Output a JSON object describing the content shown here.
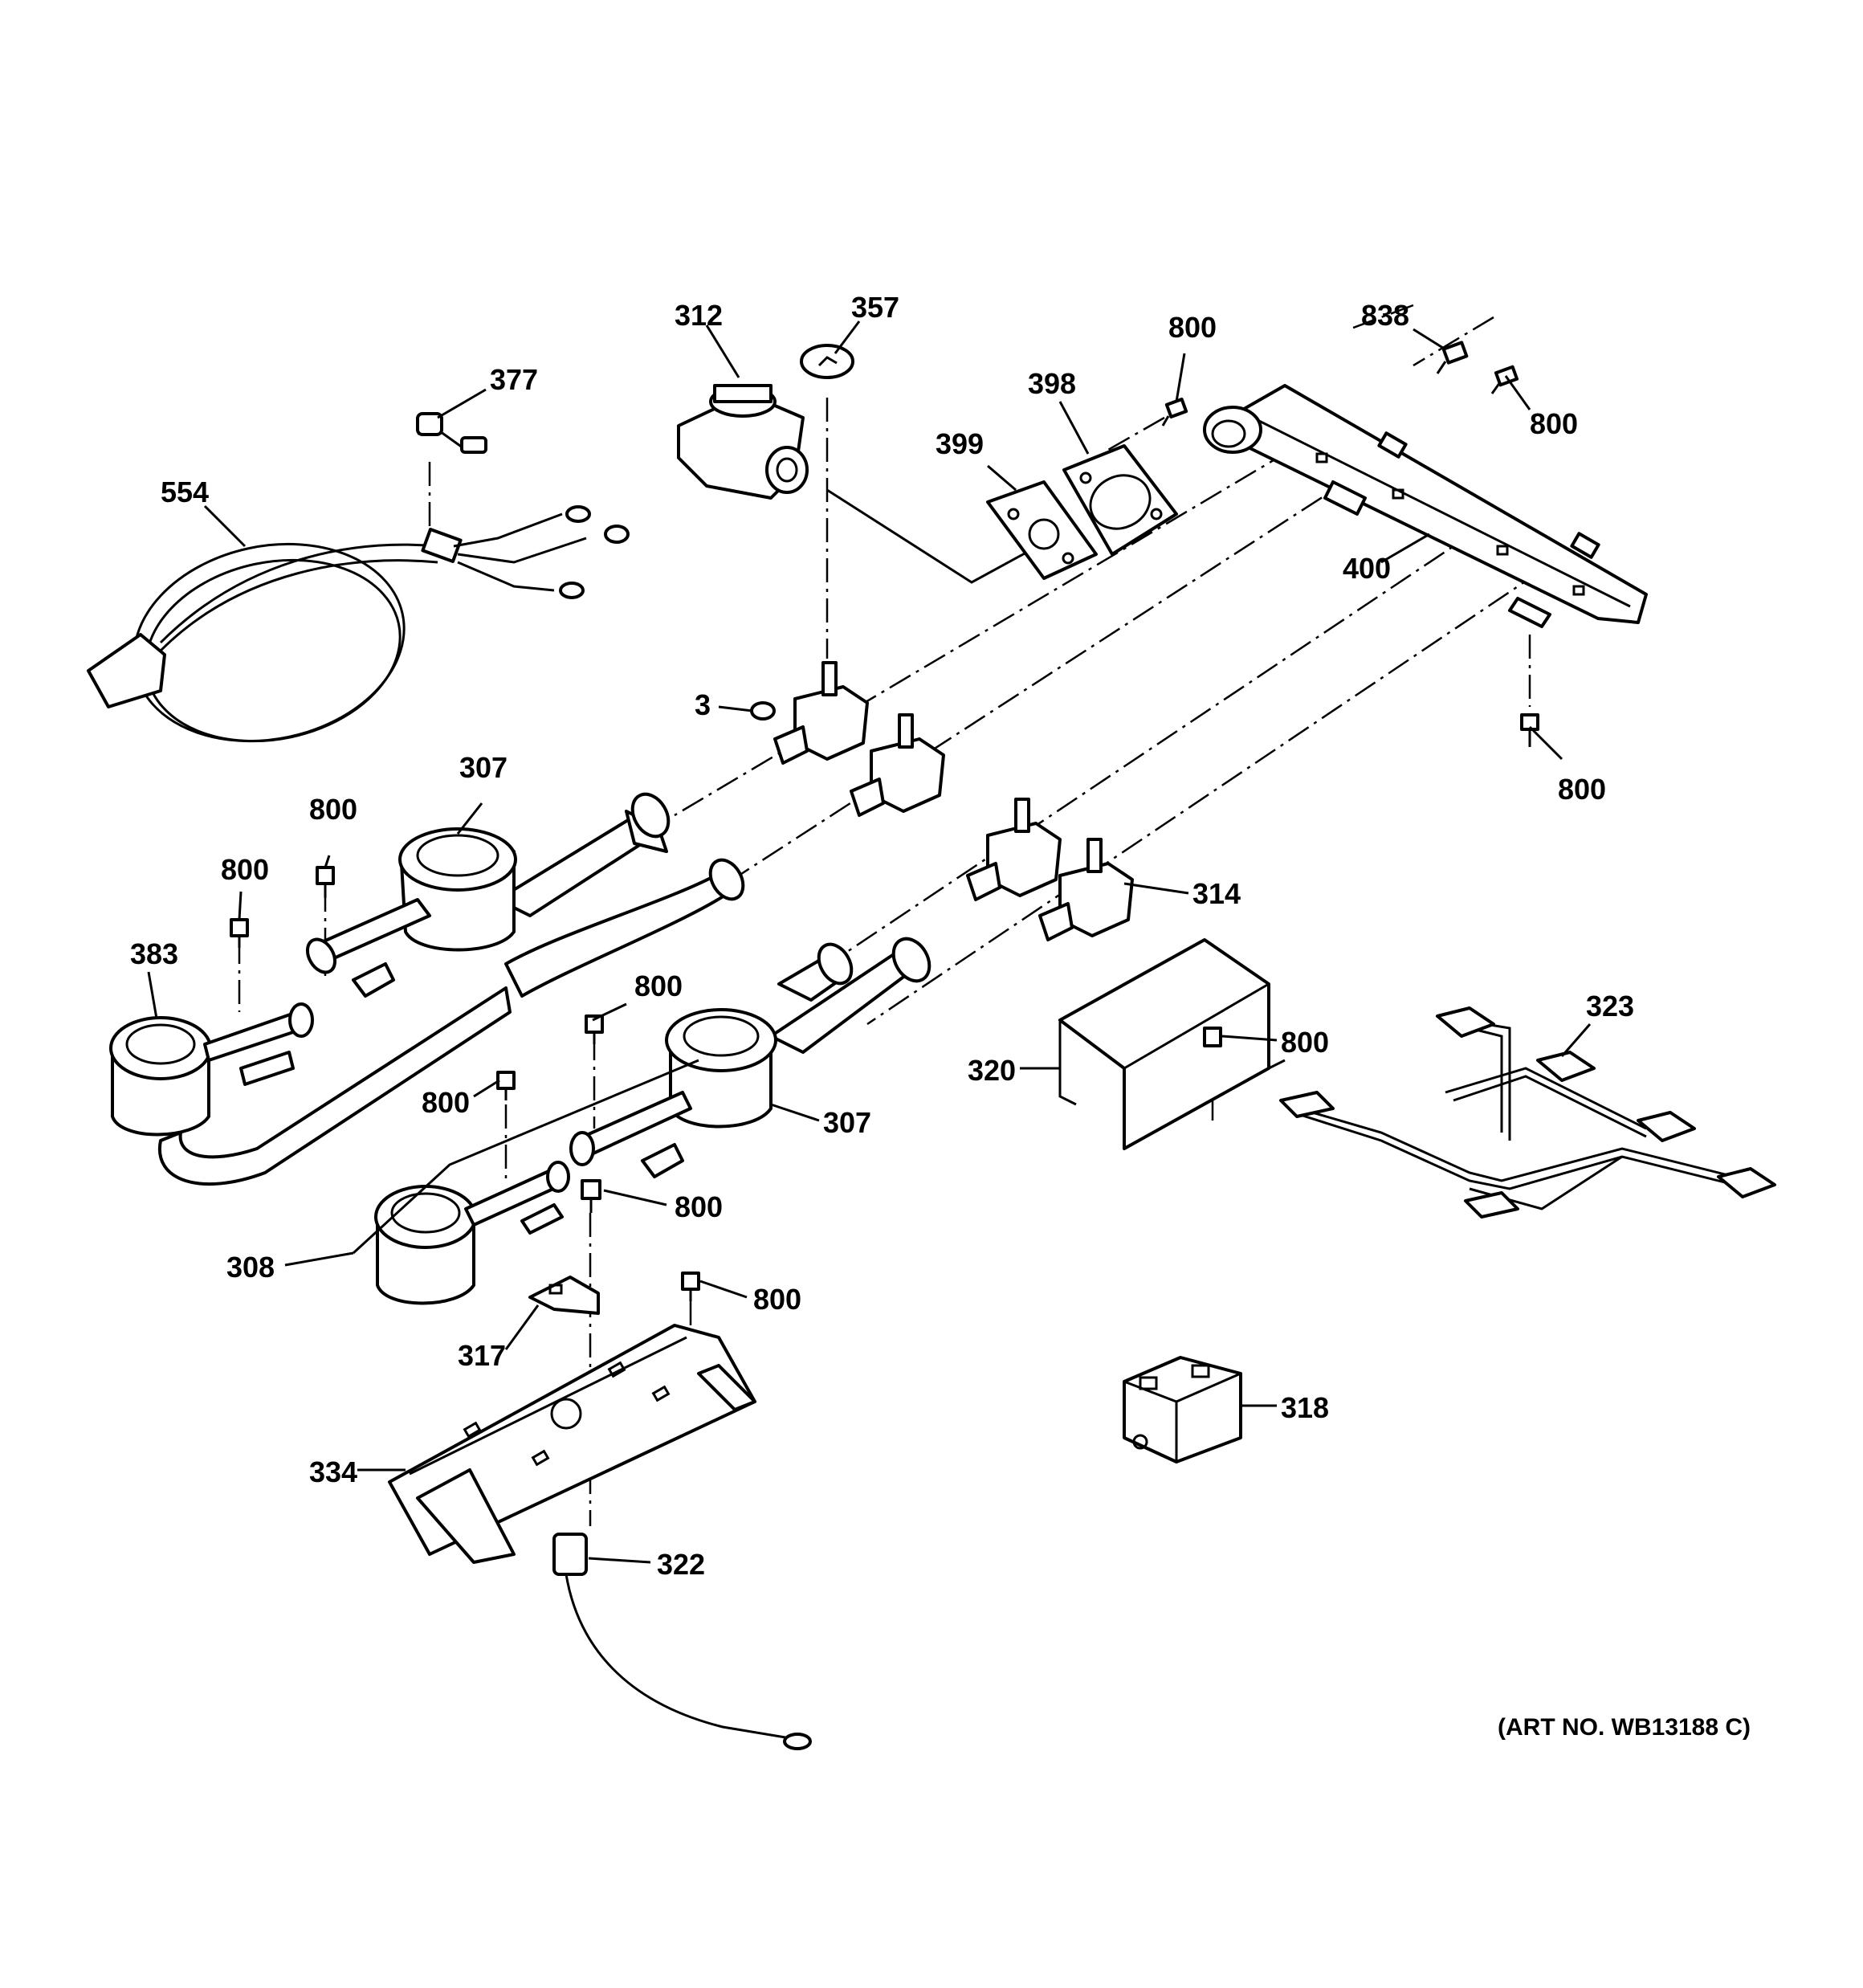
{
  "callouts": {
    "c312": "312",
    "c357": "357",
    "c377": "377",
    "c554": "554",
    "c399": "399",
    "c398": "398",
    "c800_a": "800",
    "c838": "838",
    "c800_b": "800",
    "c400": "400",
    "c3": "3",
    "c800_c": "800",
    "c307_a": "307",
    "c800_d": "800",
    "c800_e": "800",
    "c383": "383",
    "c314": "314",
    "c800_f": "800",
    "c323": "323",
    "c320": "320",
    "c800_g": "800",
    "c800_h": "800",
    "c307_b": "307",
    "c800_i": "800",
    "c308": "308",
    "c800_j": "800",
    "c317": "317",
    "c318": "318",
    "c334": "334",
    "c322": "322"
  },
  "art_number": "(ART NO. WB13188 C)"
}
